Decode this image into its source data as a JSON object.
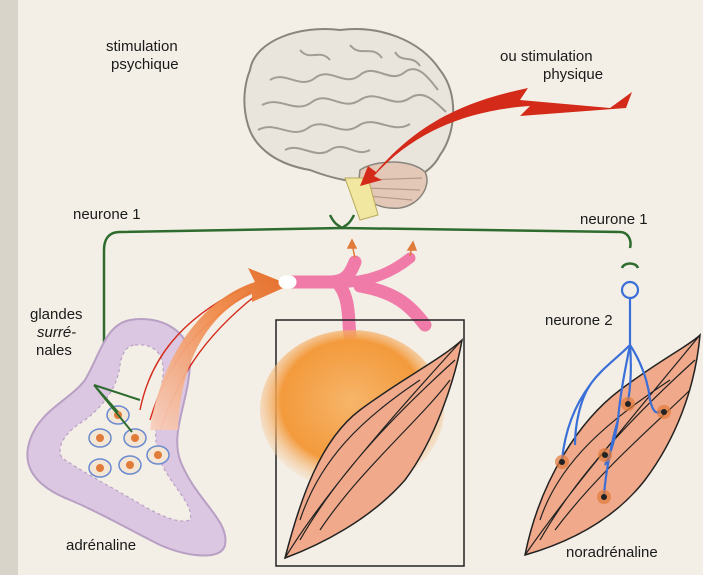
{
  "labels": {
    "stimulation_psychique_1": "stimulation",
    "stimulation_psychique_2": "psychique",
    "stimulation_physique_1": "ou stimulation",
    "stimulation_physique_2": "physique",
    "neurone1_left": "neurone 1",
    "neurone1_right": "neurone 1",
    "neurone2": "neurone 2",
    "glandes": "glandes",
    "surrenales_1": "surré-",
    "surrenales_2": "nales",
    "adrenaline": "adrénaline",
    "noradrenaline": "noradrénaline"
  },
  "colors": {
    "background": "#f3efe6",
    "neuron_green": "#2e6b2e",
    "neuron_blue": "#3a6fd8",
    "arrow_red": "#d42a1a",
    "blood_pink": "#f07aa8",
    "muscle_fill": "#f0a98a",
    "gland_fill": "#dcc7e2",
    "orange_glow": "#f39a3c"
  }
}
